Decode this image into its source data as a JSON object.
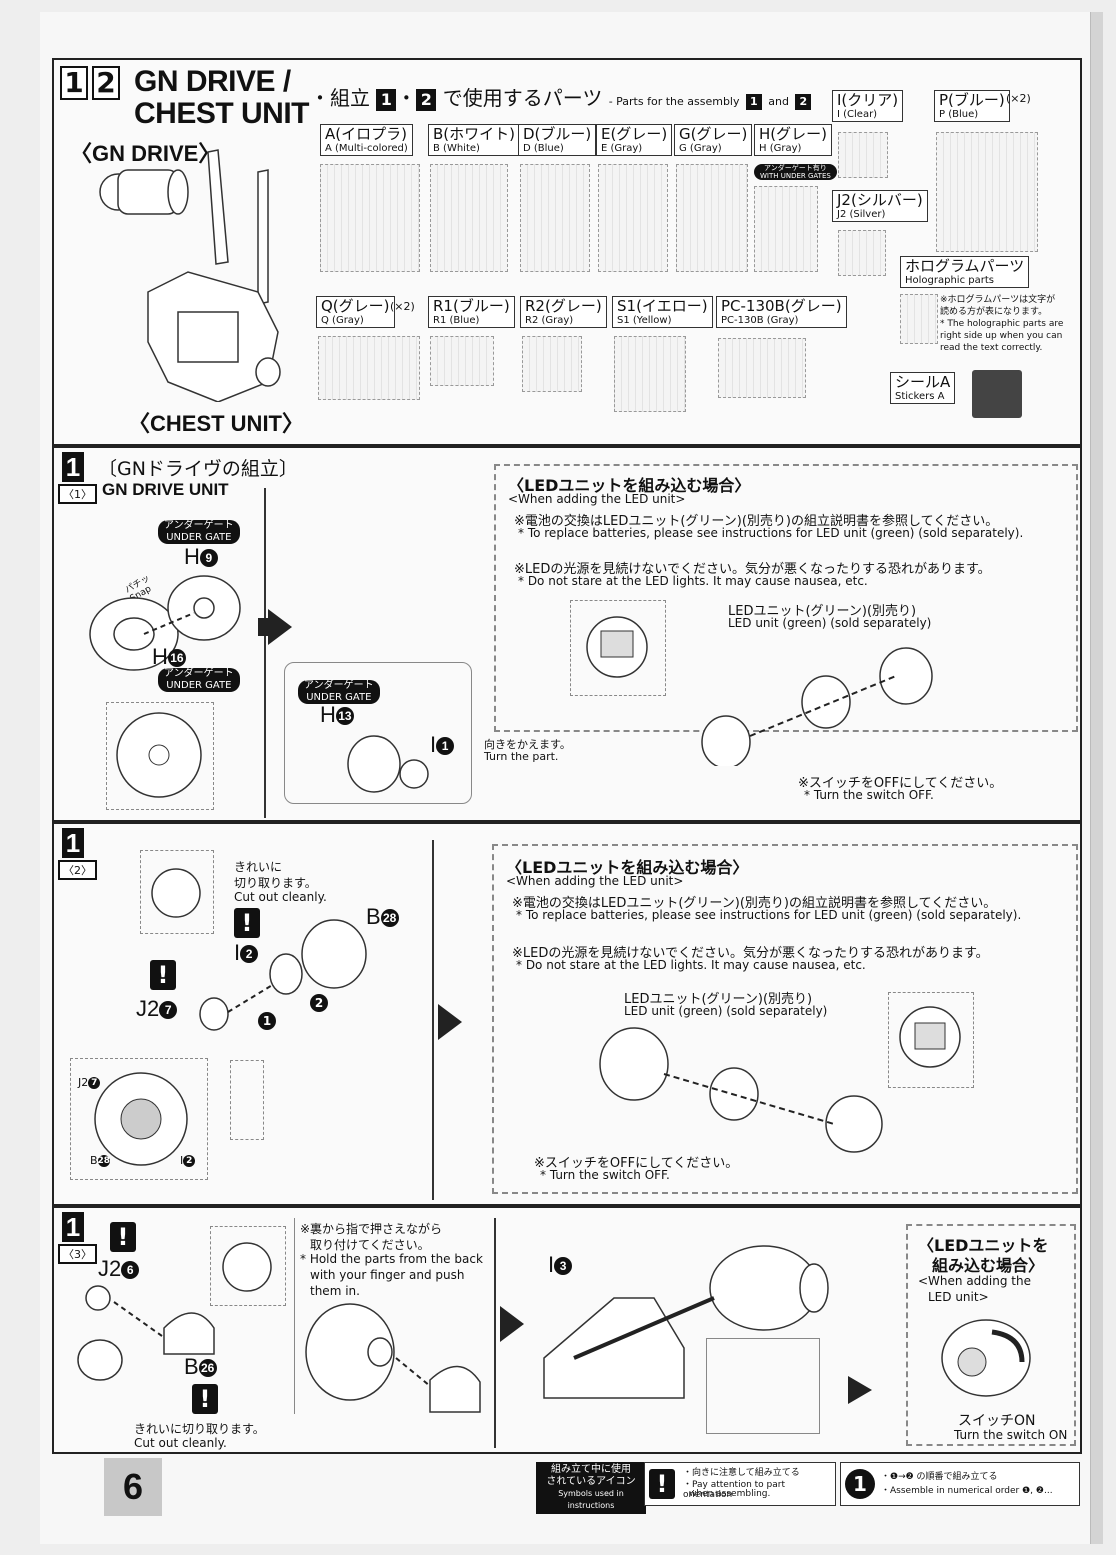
{
  "page_number": "6",
  "header": {
    "step_numbers": [
      "1",
      "2"
    ],
    "title_line1": "GN DRIVE /",
    "title_line2": "CHEST UNIT",
    "gn_drive_label": "〈GN DRIVE〉",
    "chest_unit_label": "〈CHEST UNIT〉",
    "parts_heading_prefix": "・組立",
    "parts_heading_sep": "・",
    "parts_heading_suffix": "で使用するパーツ",
    "parts_heading_en": "- Parts for the assembly",
    "parts_heading_en_and": "and"
  },
  "parts": [
    {
      "jp": "A(イロプラ)",
      "en": "A (Multi-colored)"
    },
    {
      "jp": "B(ホワイト)",
      "en": "B (White)"
    },
    {
      "jp": "D(ブルー)",
      "en": "D (Blue)"
    },
    {
      "jp": "E(グレー)",
      "en": "E (Gray)"
    },
    {
      "jp": "G(グレー)",
      "en": "G (Gray)"
    },
    {
      "jp": "H(グレー)",
      "en": "H (Gray)"
    },
    {
      "jp": "I(クリア)",
      "en": "I (Clear)"
    },
    {
      "jp": "P(ブルー)",
      "en": "P (Blue)",
      "qty": "(×2)"
    },
    {
      "jp": "J2(シルバー)",
      "en": "J2 (Silver)"
    },
    {
      "jp": "Q(グレー)",
      "en": "Q (Gray)",
      "qty": "(×2)"
    },
    {
      "jp": "R1(ブルー)",
      "en": "R1 (Blue)"
    },
    {
      "jp": "R2(グレー)",
      "en": "R2 (Gray)"
    },
    {
      "jp": "S1(イエロー)",
      "en": "S1 (Yellow)"
    },
    {
      "jp": "PC-130B(グレー)",
      "en": "PC-130B (Gray)"
    }
  ],
  "under_gate_tag": {
    "jp": "アンダーゲート有り",
    "en": "WITH UNDER GATES"
  },
  "holographic": {
    "jp": "ホログラムパーツ",
    "en": "Holographic parts",
    "note_jp1": "※ホログラムパーツは文字が",
    "note_jp2": "読める方が表になります。",
    "note_en1": "* The holographic parts are",
    "note_en2": "right side up when you can",
    "note_en3": "read the text correctly."
  },
  "stickers": {
    "jp": "シールA",
    "en": "Stickers A"
  },
  "step1": {
    "num": "1",
    "sub": "〈1〉",
    "title_jp": "〔GNドライヴの組立〕",
    "title_en": "GN DRIVE UNIT",
    "under_gate_jp": "アンダーゲート",
    "under_gate_en": "UNDER GATE",
    "h9": "H",
    "h9_num": "9",
    "h16": "H",
    "h16_num": "16",
    "h13": "H",
    "h13_num": "13",
    "snap_jp": "パチッ",
    "snap_en": "Snap",
    "i1": "I",
    "i1_num": "1",
    "turn_jp": "向きをかえます。",
    "turn_en": "Turn the part."
  },
  "led_note": {
    "title": "〈LEDユニットを組み込む場合〉",
    "sub": "<When adding the LED unit>",
    "jp1": "※電池の交換はLEDユニット(グリーン)(別売り)の組立説明書を参照してください。",
    "en1": "* To replace batteries, please see instructions for LED unit (green) (sold separately).",
    "jp2": "※LEDの光源を見続けないでください。気分が悪くなったりする恐れがあります。",
    "en2": "* Do not stare at the LED lights. It may cause nausea, etc.",
    "unit_jp": "LEDユニット(グリーン)(別売り)",
    "unit_en": "LED unit (green) (sold separately)",
    "switch_jp": "※スイッチをOFFにしてください。",
    "switch_en": "* Turn the switch OFF."
  },
  "step2": {
    "num": "1",
    "sub": "〈2〉",
    "cut_jp1": "きれいに",
    "cut_jp2": "切り取ります。",
    "cut_en": "Cut out cleanly.",
    "b28": "B",
    "b28_num": "28",
    "i2": "I",
    "i2_num": "2",
    "j2_7": "J2",
    "j2_7_num": "7",
    "order1": "1",
    "order2": "2"
  },
  "step3": {
    "num": "1",
    "sub": "〈3〉",
    "j2_6": "J2",
    "j2_6_num": "6",
    "b26": "B",
    "b26_num": "26",
    "cut_jp": "きれいに切り取ります。",
    "cut_en": "Cut out cleanly.",
    "hold_jp1": "※裏から指で押さえながら",
    "hold_jp2": "取り付けてください。",
    "hold_en1": "* Hold the parts from the back",
    "hold_en2": "with your finger and push",
    "hold_en3": "them in.",
    "i3": "I",
    "i3_num": "3",
    "led_title1": "〈LEDユニットを",
    "led_title2": "組み込む場合〉",
    "led_sub1": "<When adding the",
    "led_sub2": "LED unit>",
    "switch_on_jp": "スイッチON",
    "switch_on_en": "Turn the switch ON"
  },
  "footer": {
    "icons_jp1": "組み立て中に使用",
    "icons_jp2": "されているアイコン",
    "icons_en": "Symbols used in instructions",
    "warn_jp": "・向きに注意して組み立てる",
    "warn_en1": "・Pay attention to part orientation",
    "warn_en2": "when assembling.",
    "order_jp": "・❶→❷ の順番で組み立てる",
    "order_en": "・Assemble in numerical order ❶, ❷..."
  }
}
